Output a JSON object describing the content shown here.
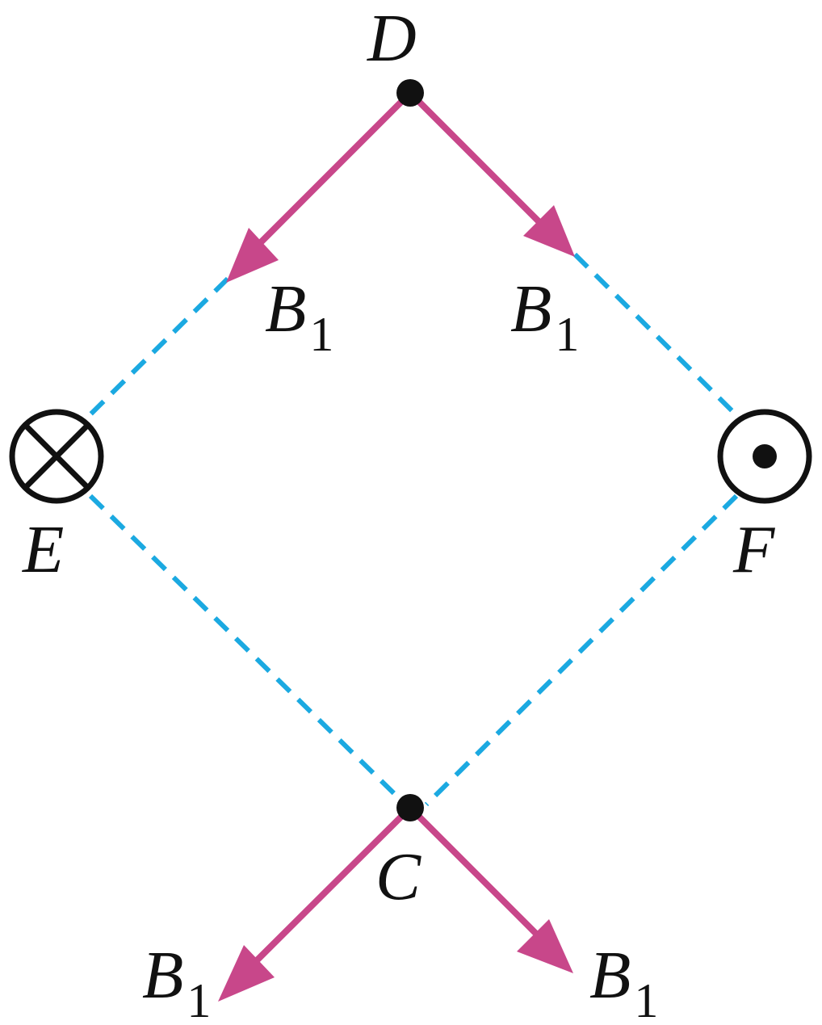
{
  "labels": {
    "d": "D",
    "e": "E",
    "f": "F",
    "c": "C"
  },
  "field_labels": [
    {
      "symbol": "B",
      "subscript": "1"
    },
    {
      "symbol": "B",
      "subscript": "1"
    },
    {
      "symbol": "B",
      "subscript": "1"
    },
    {
      "symbol": "B",
      "subscript": "1"
    }
  ],
  "colors": {
    "arrow": "#C8478A",
    "dashed": "#1BA9E1",
    "ink": "#111111"
  },
  "conductors": {
    "e": "into-page",
    "f": "out-of-page"
  }
}
